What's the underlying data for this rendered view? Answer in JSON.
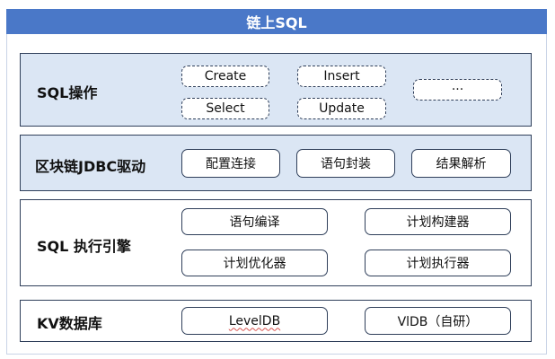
{
  "title": "链上SQL",
  "layers": {
    "sql_ops": {
      "label": "SQL操作",
      "items": [
        "Create",
        "Insert",
        "Select",
        "Update",
        "···"
      ]
    },
    "jdbc": {
      "label": "区块链JDBC驱动",
      "items": [
        "配置连接",
        "语句封装",
        "结果解析"
      ]
    },
    "engine": {
      "label": "SQL 执行引擎",
      "items": [
        "语句编译",
        "计划构建器",
        "计划优化器",
        "计划执行器"
      ]
    },
    "kv": {
      "label": "KV数据库",
      "items": [
        "LevelDB",
        "VlDB（自研）"
      ]
    }
  }
}
